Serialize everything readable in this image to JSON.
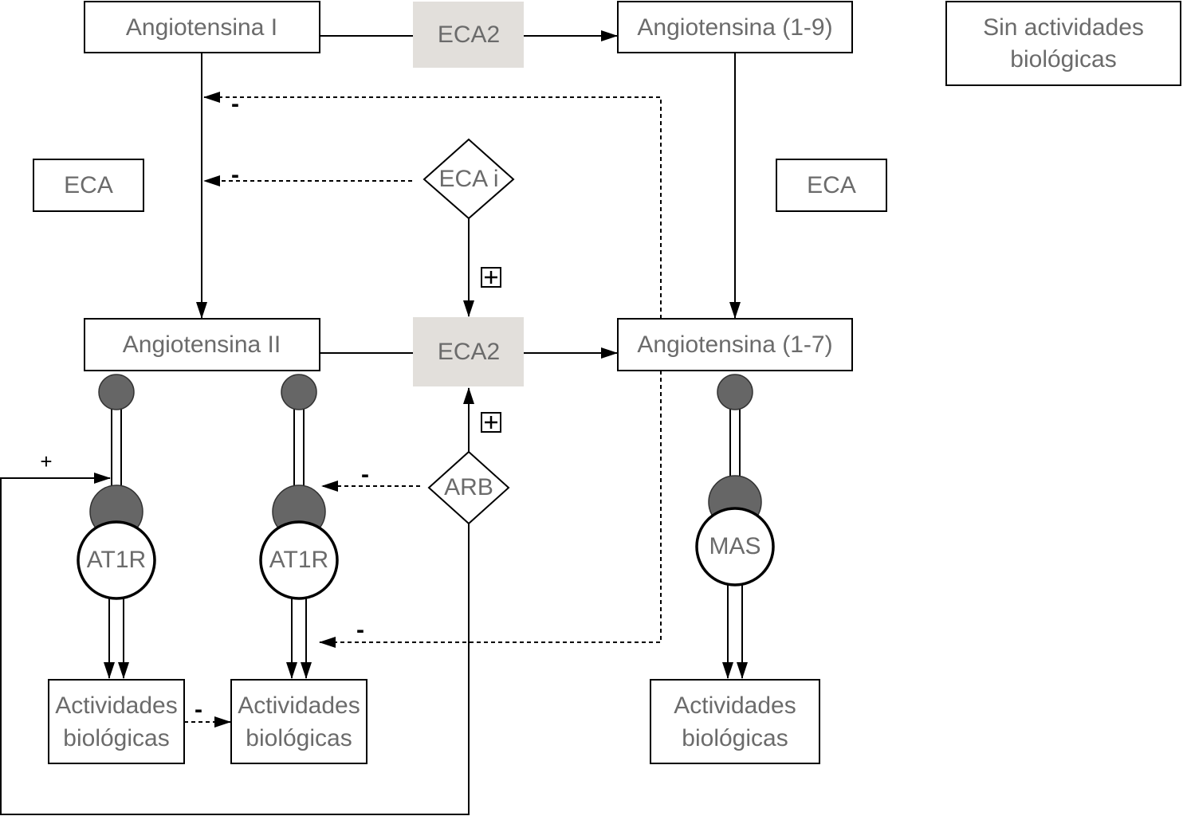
{
  "nodes": {
    "ang1": "Angiotensina I",
    "eca2_top": "ECA2",
    "ang19": "Angiotensina (1-9)",
    "sin_act_line1": "Sin actividades",
    "sin_act_line2": "biológicas",
    "eca_left": "ECA",
    "eca_right": "ECA",
    "ecai": "ECA i",
    "ang2": "Angiotensina II",
    "eca2_mid": "ECA2",
    "ang17": "Angiotensina (1-7)",
    "arb": "ARB",
    "at1r_left": "AT1R",
    "at1r_right": "AT1R",
    "mas": "MAS",
    "act_line1": "Actividades",
    "act_line2": "biológicas"
  },
  "signs": {
    "minus": "-",
    "plus": "+"
  },
  "colors": {
    "enzyme_fill": "#e2dfdb",
    "receptor_fill": "#666666",
    "text": "#6b6b6b"
  }
}
